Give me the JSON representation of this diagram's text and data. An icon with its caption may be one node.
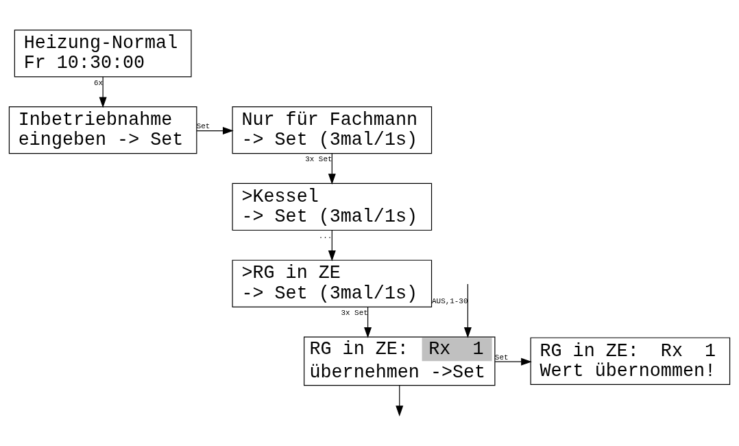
{
  "diagram": {
    "nodes": [
      {
        "text": [
          "Heizung-Normal",
          "Fr 10:30:00"
        ]
      },
      {
        "text": [
          "Inbetriebnahme",
          "eingeben -> Set"
        ]
      },
      {
        "text": [
          "Nur für Fachmann",
          "-> Set (3mal/1s)"
        ]
      },
      {
        "text": [
          ">Kessel",
          "-> Set (3mal/1s)"
        ]
      },
      {
        "text": [
          ">RG in ZE",
          "-> Set (3mal/1s)"
        ]
      },
      {
        "text": [
          "RG in ZE:",
          "Rx  1",
          "übernehmen ->Set"
        ]
      },
      {
        "text": [
          "RG in ZE:  Rx  1",
          "Wert übernommen!"
        ]
      }
    ],
    "edges": [
      {
        "from": 0,
        "to": 1,
        "arrow": "to",
        "label": "6x"
      },
      {
        "from": 1,
        "to": 2,
        "arrow": "to",
        "label": "Set"
      },
      {
        "from": 2,
        "to": 3,
        "arrow": "to",
        "label": "3x Set"
      },
      {
        "from": 3,
        "to": 4,
        "arrow": "to",
        "label": "..."
      },
      {
        "from": 4,
        "to": 5,
        "arrow": "to",
        "label": "3x Set"
      },
      {
        "from": null,
        "to": 5,
        "arrow": "to",
        "label": "AUS,1-30"
      },
      {
        "from": 5,
        "to": null,
        "arrow": "to"
      },
      {
        "from": 5,
        "to": 6,
        "arrow": "to",
        "label": "Set"
      }
    ]
  }
}
